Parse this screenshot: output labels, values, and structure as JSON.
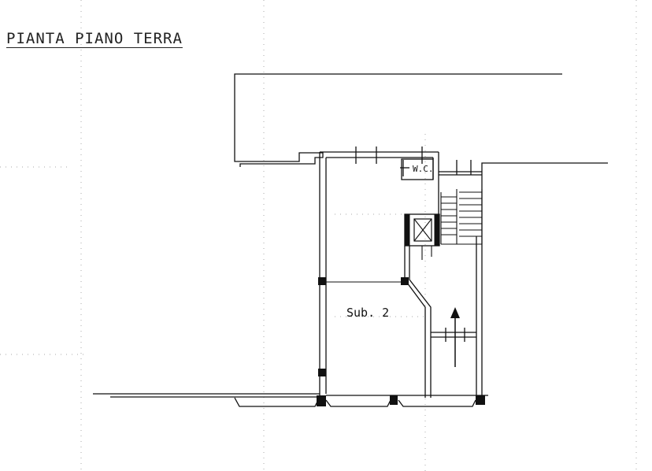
{
  "title": "PIANTA PIANO TERRA",
  "labels": {
    "wc": "W.C.",
    "unit": "Sub. 2"
  },
  "colors": {
    "ink": "#111111",
    "guide": "#9a9a9a",
    "background": "#ffffff"
  },
  "icons": {
    "entrance": "up-arrow-icon",
    "elevator": "crossed-box-icon"
  }
}
